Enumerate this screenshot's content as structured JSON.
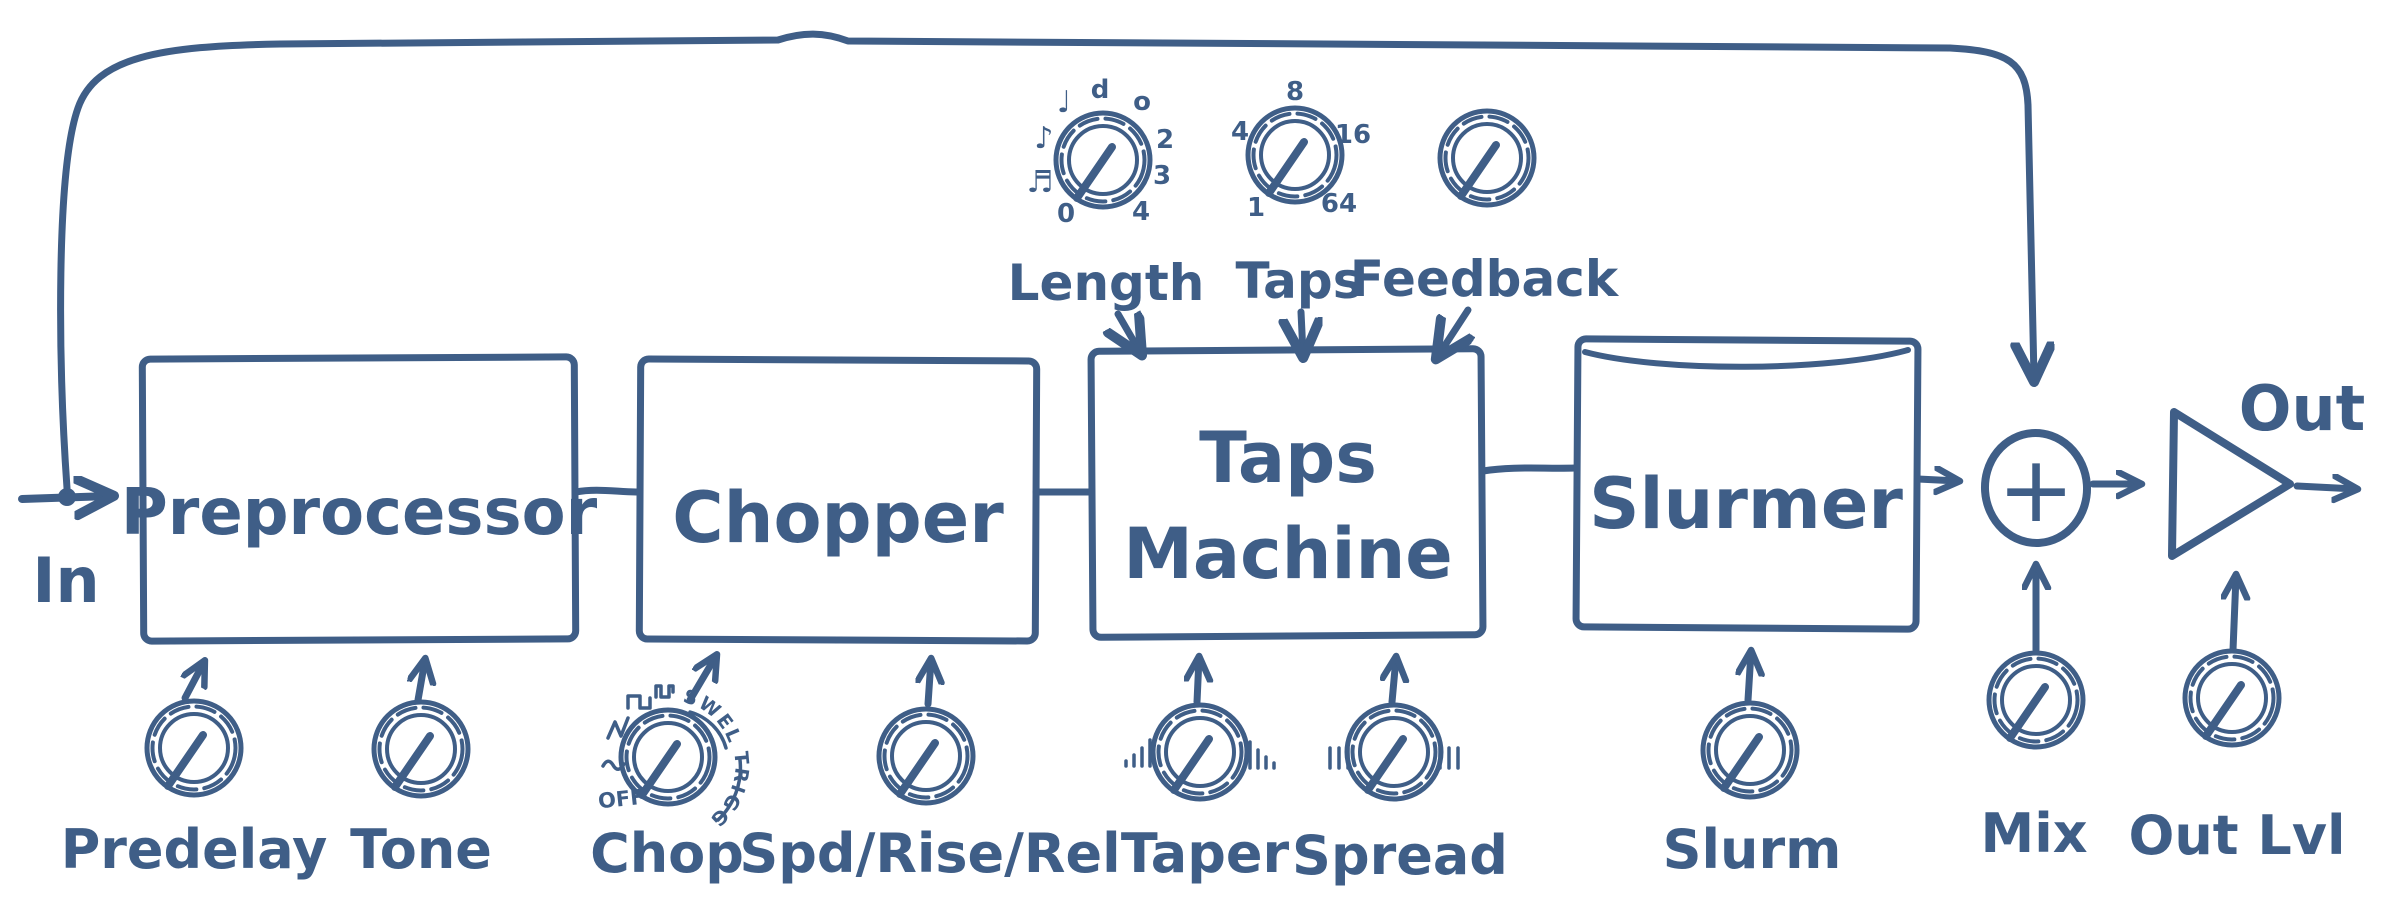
{
  "colors": {
    "ink": "#3f5e87",
    "background": "#ffffff"
  },
  "io": {
    "in_label": "In",
    "out_label": "Out",
    "sum_symbol": "+"
  },
  "blocks": {
    "preprocessor": {
      "label": "Preprocessor"
    },
    "chopper": {
      "label": "Chopper"
    },
    "taps_machine": {
      "line1": "Taps",
      "line2": "Machine"
    },
    "slurmer": {
      "label": "Slurmer"
    }
  },
  "knobs": {
    "length": {
      "label": "Length",
      "ticks": {
        "zero": "0",
        "sixteenth_note": "♬",
        "eighth_note": "♪",
        "quarter_note": "♩",
        "half_note": "d",
        "whole_note": "o",
        "two": "2",
        "three": "3",
        "four": "4"
      }
    },
    "taps": {
      "label": "Taps",
      "ticks": {
        "one": "1",
        "four": "4",
        "eight": "8",
        "sixteen": "16",
        "sixtyfour": "64"
      }
    },
    "feedback": {
      "label": "Feedback"
    },
    "predelay": {
      "label": "Predelay"
    },
    "tone": {
      "label": "Tone"
    },
    "chop": {
      "label": "Chop",
      "ticks": {
        "off": "OFF",
        "swell": "SWELL",
        "trigger": "TRIGGER"
      },
      "wave_icons": [
        "sine-wave-icon",
        "triangle-wave-icon",
        "square-wave-icon",
        "pulse-wave-icon"
      ]
    },
    "spd_rise_rel": {
      "label": "Spd/Rise/Rel"
    },
    "taper": {
      "label": "Taper",
      "side_icons": [
        "ramp-up-bars-icon",
        "ramp-down-bars-icon"
      ]
    },
    "spread": {
      "label": "Spread",
      "side_icons": [
        "even-bars-icon",
        "even-bars-icon"
      ]
    },
    "slurm": {
      "label": "Slurm"
    },
    "mix": {
      "label": "Mix"
    },
    "out_lvl": {
      "label": "Out Lvl"
    }
  }
}
